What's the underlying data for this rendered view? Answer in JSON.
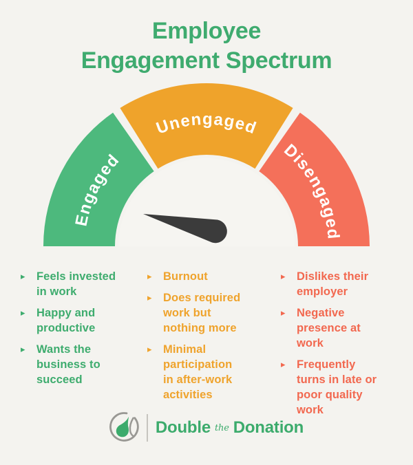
{
  "title": {
    "line1": "Employee",
    "line2": "Engagement Spectrum"
  },
  "gauge": {
    "type": "semicircular-spectrum-gauge",
    "segments": [
      {
        "id": "engaged",
        "label": "Engaged",
        "color": "#4DB97D",
        "position": "left"
      },
      {
        "id": "unengaged",
        "label": "Unengaged",
        "color": "#EFA32B",
        "position": "top"
      },
      {
        "id": "disengaged",
        "label": "Disengaged",
        "color": "#F4705A",
        "position": "right"
      }
    ],
    "label_text_color": "#FFFFFF",
    "needle_color": "#3B3B3B",
    "needle_points_to": "Engaged"
  },
  "columns": [
    {
      "category": "Engaged",
      "text_color": "#3EAC6E",
      "items": [
        "Feels invested\nin work",
        "Happy and\nproductive",
        "Wants the\nbusiness to\nsucceed"
      ]
    },
    {
      "category": "Unengaged",
      "text_color": "#EFA32C",
      "items": [
        "Burnout",
        "Does required\nwork but\nnothing more",
        "Minimal\nparticipation\nin after-work\nactivities"
      ]
    },
    {
      "category": "Disengaged",
      "text_color": "#F2684F",
      "items": [
        "Dislikes their\nemployer",
        "Negative\npresence at\nwork",
        "Frequently\nturns in late or\npoor quality\nwork"
      ]
    }
  ],
  "footer": {
    "brand_word1": "Double",
    "brand_word2": "the",
    "brand_word3": "Donation"
  },
  "palette": {
    "background": "#F4F3EF",
    "engaged_green": "#4DB97D",
    "unengaged_orange": "#EFA32B",
    "disengaged_red": "#F4705A",
    "title_green": "#3FAB6F",
    "needle_dark": "#3B3B3B",
    "logo_gray": "#999894",
    "brand_green": "#3CAB6C"
  }
}
